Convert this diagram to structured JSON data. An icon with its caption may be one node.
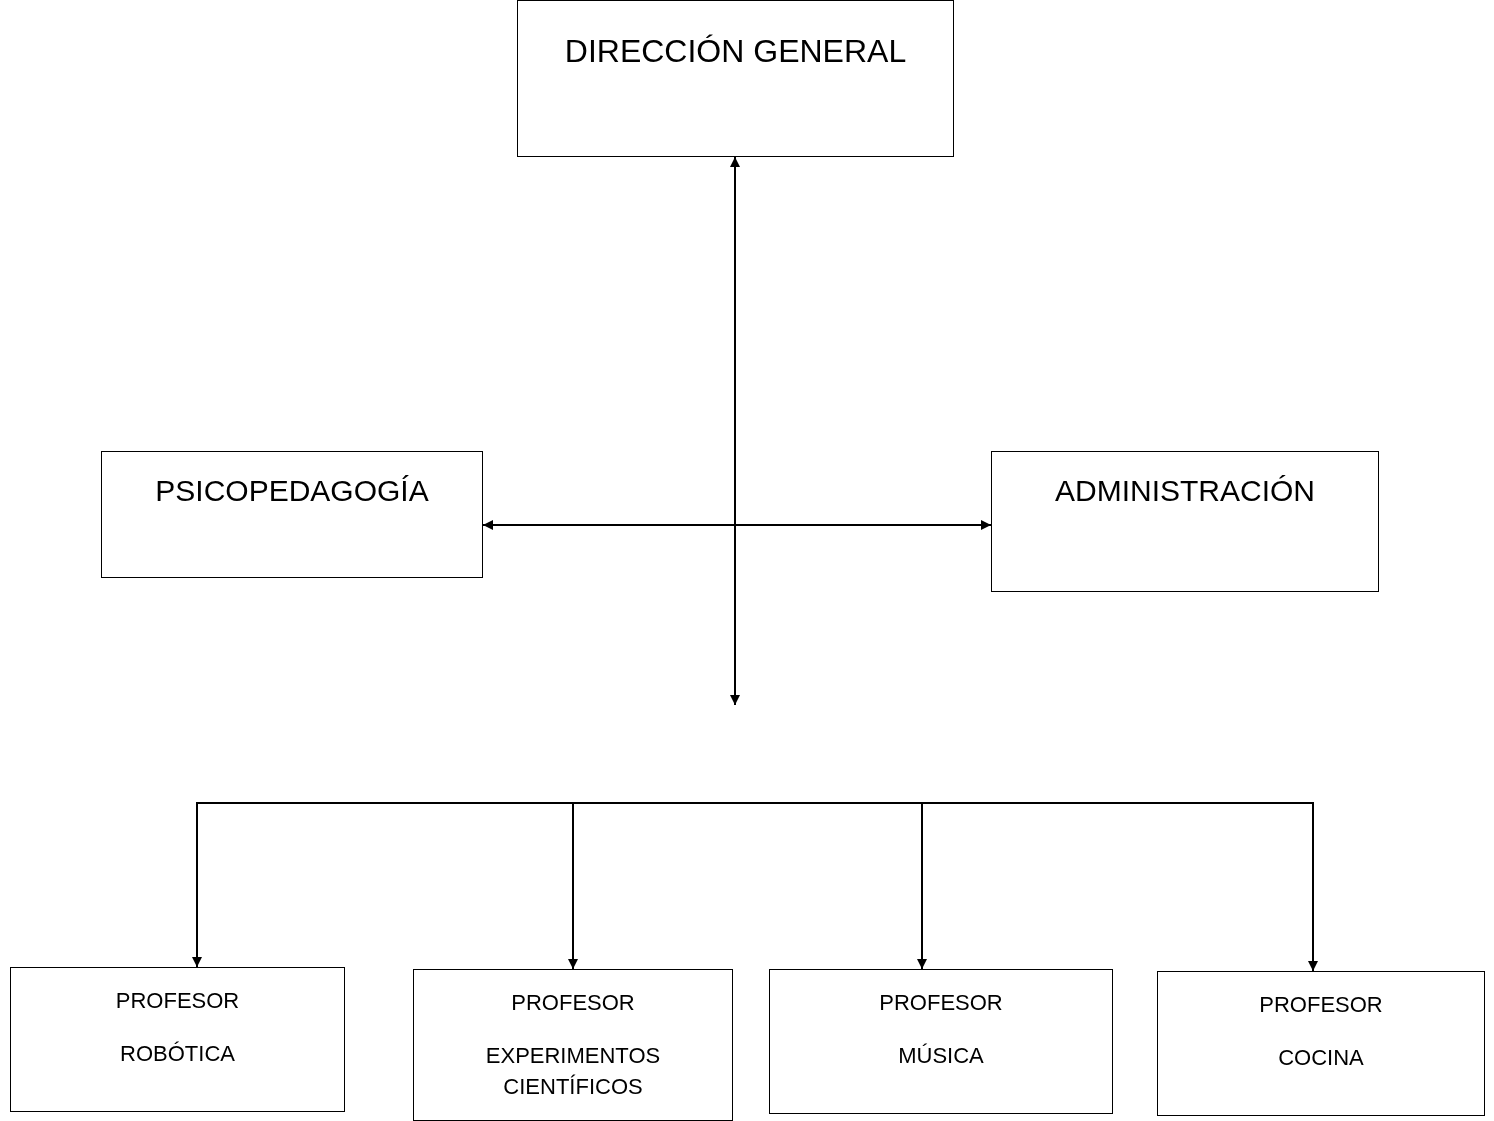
{
  "diagram": {
    "nodes": [
      {
        "text": [
          "DIRECCIÓN GENERAL"
        ]
      },
      {
        "text": [
          "PSICOPEDAGOGÍA"
        ]
      },
      {
        "text": [
          "ADMINISTRACIÓN"
        ]
      },
      {
        "text": [
          "PROFESOR",
          "ROBÓTICA"
        ]
      },
      {
        "text": [
          "PROFESOR",
          "EXPERIMENTOS CIENTÍFICOS"
        ]
      },
      {
        "text": [
          "PROFESOR",
          "MÚSICA"
        ]
      },
      {
        "text": [
          "PROFESOR",
          "COCINA"
        ]
      }
    ],
    "edges": [
      {
        "from": 0,
        "to": null,
        "arrow": "both"
      },
      {
        "from": 1,
        "to": 2,
        "arrow": "both"
      },
      {
        "from": null,
        "to": 3,
        "arrow": "to"
      },
      {
        "from": null,
        "to": 4,
        "arrow": "to"
      },
      {
        "from": null,
        "to": 5,
        "arrow": "to"
      },
      {
        "from": null,
        "to": 6,
        "arrow": "to"
      }
    ]
  }
}
